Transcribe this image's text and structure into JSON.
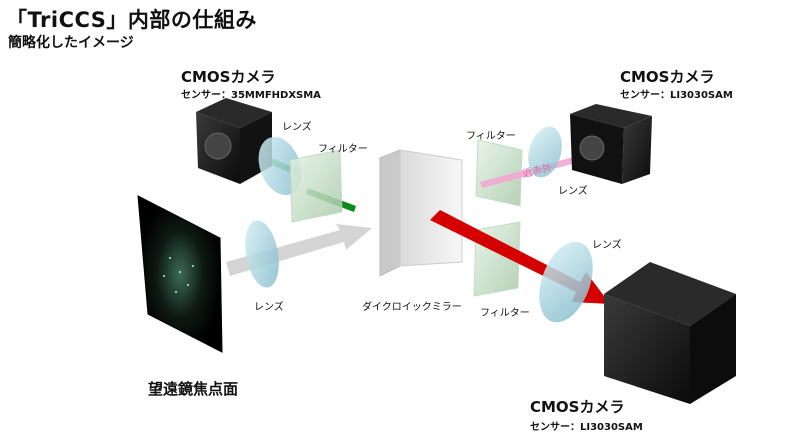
{
  "header": {
    "title": "「TriCCS」内部の仕組み",
    "subtitle": "簡略化したイメージ"
  },
  "cameras": {
    "left": {
      "name": "CMOSカメラ",
      "sensor": "センサー：35MMFHDXSMA"
    },
    "right": {
      "name": "CMOSカメラ",
      "sensor": "センサー：LI3030SAM"
    },
    "bottom": {
      "name": "CMOSカメラ",
      "sensor": "センサー：LI3030SAM"
    }
  },
  "labels": {
    "lens_top_left": "レンズ",
    "filter_top_left": "フィルター",
    "filter_top_right": "フィルター",
    "near_ir": "近赤外",
    "lens_top_right": "レンズ",
    "lens_front": "レンズ",
    "dichroic": "ダイクロイックミラー",
    "filter_bottom": "フィルター",
    "lens_bottom": "レンズ",
    "focal_plane": "望遠鏡焦点面"
  },
  "colors": {
    "green_beam": "#0a8a1a",
    "red_beam": "#d40000",
    "ir_beam": "#f3a6d2",
    "white_beam": "#cfcfcf"
  }
}
